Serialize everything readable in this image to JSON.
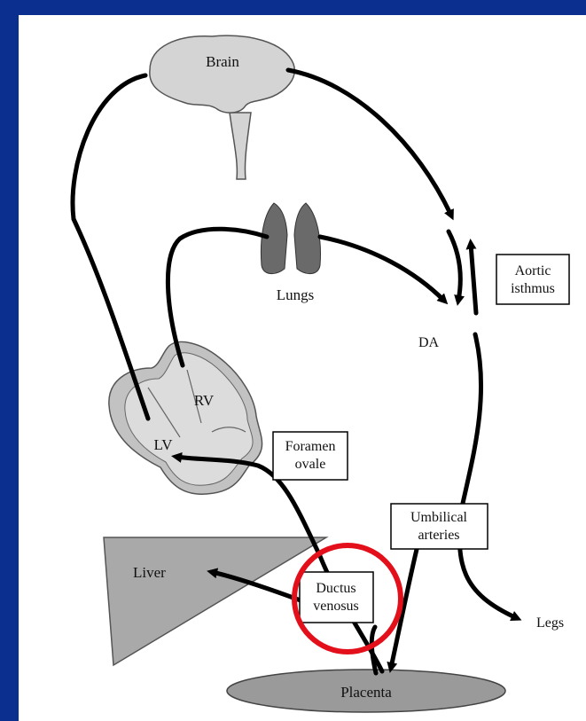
{
  "diagram": {
    "labels": {
      "brain": "Brain",
      "lungs": "Lungs",
      "rv": "RV",
      "lv": "LV",
      "da": "DA",
      "aortic_isthmus_line1": "Aortic",
      "aortic_isthmus_line2": "isthmus",
      "foramen_ovale_line1": "Foramen",
      "foramen_ovale_line2": "ovale",
      "umbilical_arteries_line1": "Umbilical",
      "umbilical_arteries_line2": "arteries",
      "ductus_venosus_line1": "Ductus",
      "ductus_venosus_line2": "venosus",
      "liver": "Liver",
      "placenta": "Placenta",
      "legs": "Legs"
    },
    "colors": {
      "slide_background": "#0b2f8f",
      "panel": "#ffffff",
      "organ_fill": "#d4d4d4",
      "lungs_fill": "#6a6a6a",
      "liver_fill": "#a9a9a9",
      "placenta_fill": "#9a9a9a",
      "highlight_circle": "#e3101b",
      "arrow": "#000000"
    }
  }
}
